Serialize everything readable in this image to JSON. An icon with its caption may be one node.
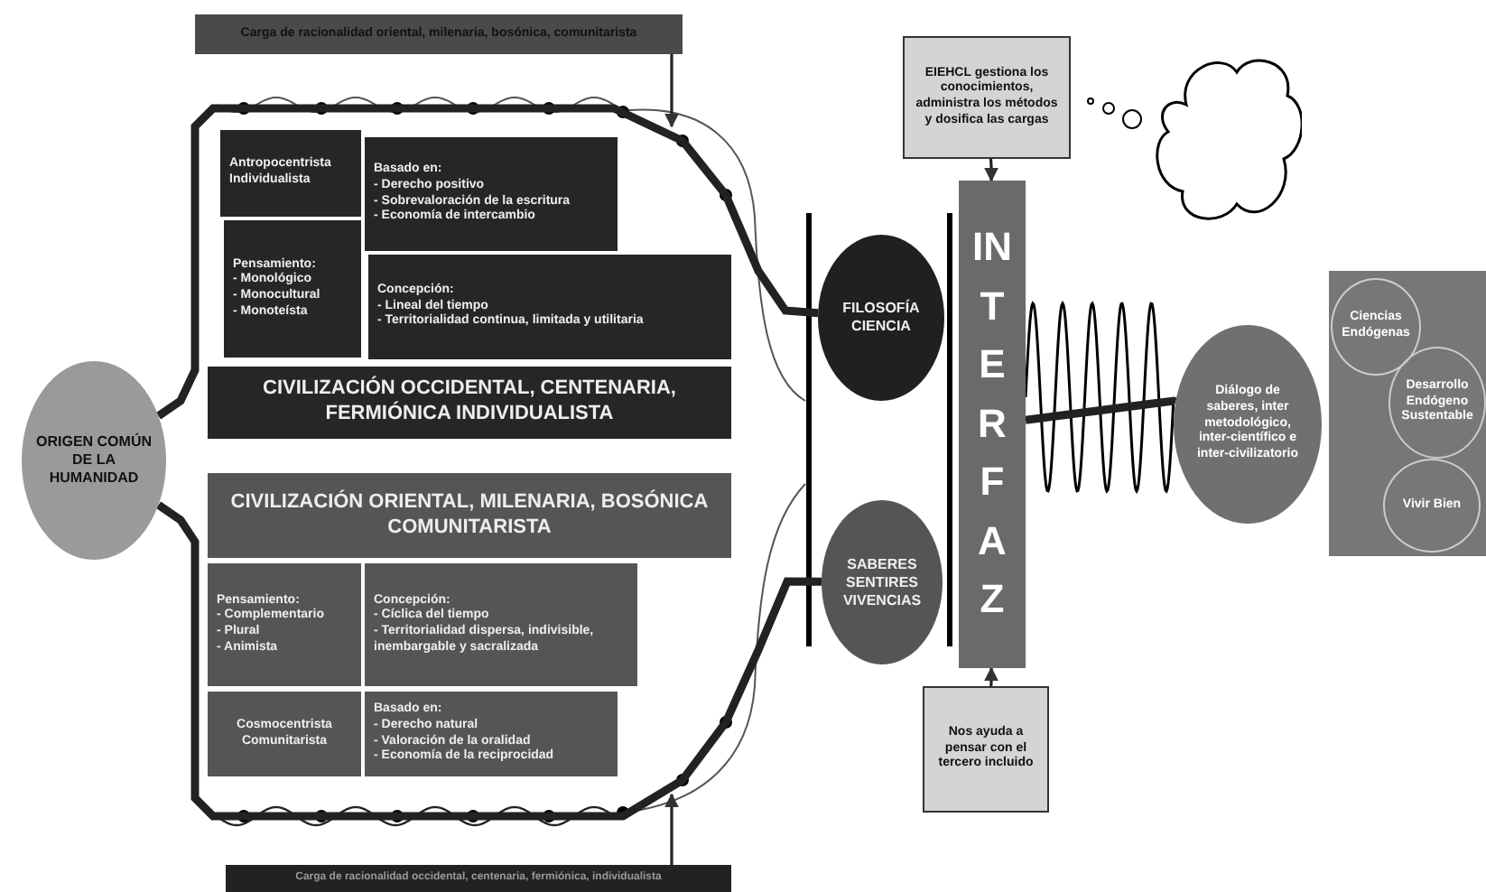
{
  "diagram": {
    "nodes": [
      {
        "text": [
          "Carga de racionalidad oriental, milenaria, bosónica, comunitarista"
        ]
      },
      {
        "text": [
          "Antropocentrista Individualista"
        ]
      },
      {
        "text": [
          "Basado en:",
          "- Derecho positivo",
          "- Sobrevaloración de la escritura",
          "- Economía de intercambio"
        ]
      },
      {
        "text": [
          "Pensamiento:",
          "- Monológico",
          "- Monocultural",
          "- Monoteísta"
        ]
      },
      {
        "text": [
          "Concepción:",
          "- Lineal del tiempo",
          "- Territorialidad continua, limitada y utilitaria"
        ]
      },
      {
        "text": [
          "CIVILIZACIÓN OCCIDENTAL, CENTENARIA, FERMIÓNICA INDIVIDUALISTA"
        ]
      },
      {
        "text": [
          "ORIGEN COMÚN DE LA HUMANIDAD"
        ]
      },
      {
        "text": [
          "CIVILIZACIÓN ORIENTAL, MILENARIA, BOSÓNICA COMUNITARISTA"
        ]
      },
      {
        "text": [
          "Pensamiento:",
          "- Complementario",
          "- Plural",
          "- Animista"
        ]
      },
      {
        "text": [
          "Concepción:",
          "- Cíclica del tiempo",
          "- Territorialidad dispersa, indivisible, inembargable y sacralizada"
        ]
      },
      {
        "text": [
          "Cosmocentrista Comunitarista"
        ]
      },
      {
        "text": [
          "Basado en:",
          "- Derecho natural",
          "- Valoración de la oralidad",
          "- Economía de la reciprocidad"
        ]
      },
      {
        "text": [
          "Carga de racionalidad occidental, centenaria, fermiónica, individualista"
        ]
      },
      {
        "text": [
          "EIEHCL gestiona los conocimientos, administra los métodos y dosifica las cargas"
        ]
      },
      {
        "text": [],
        "shape": "cloud"
      },
      {
        "text": [
          "FILOSOFÍA CIENCIA"
        ]
      },
      {
        "text": [
          "INTERFAZ"
        ]
      },
      {
        "text": [
          "SABERES SENTIRES VIVENCIAS"
        ]
      },
      {
        "text": [
          "Nos ayuda a pensar con el tercero incluido"
        ]
      },
      {
        "text": [
          "Diálogo de saberes, inter metodológico, inter-científico e inter-civilizatorio"
        ]
      },
      {
        "text": [],
        "shape": "box"
      },
      {
        "text": [
          "Ciencias Endógenas"
        ],
        "in": 20
      },
      {
        "text": [
          "Desarrollo Endógeno Sustentable"
        ],
        "in": 20
      },
      {
        "text": [
          "Vivir Bien"
        ],
        "in": 20
      }
    ],
    "edges": [
      {
        "from": 0,
        "to": null,
        "arrow": "to"
      },
      {
        "from": 12,
        "to": null,
        "arrow": "to"
      },
      {
        "from": 6,
        "to": 15,
        "arrow": "none",
        "style": "thick"
      },
      {
        "from": 6,
        "to": 17,
        "arrow": "none",
        "style": "thick"
      },
      {
        "from": 13,
        "to": 16,
        "arrow": "to"
      },
      {
        "from": 18,
        "to": 16,
        "arrow": "to"
      },
      {
        "from": 16,
        "to": 19,
        "arrow": "none",
        "style": "thick"
      }
    ]
  }
}
